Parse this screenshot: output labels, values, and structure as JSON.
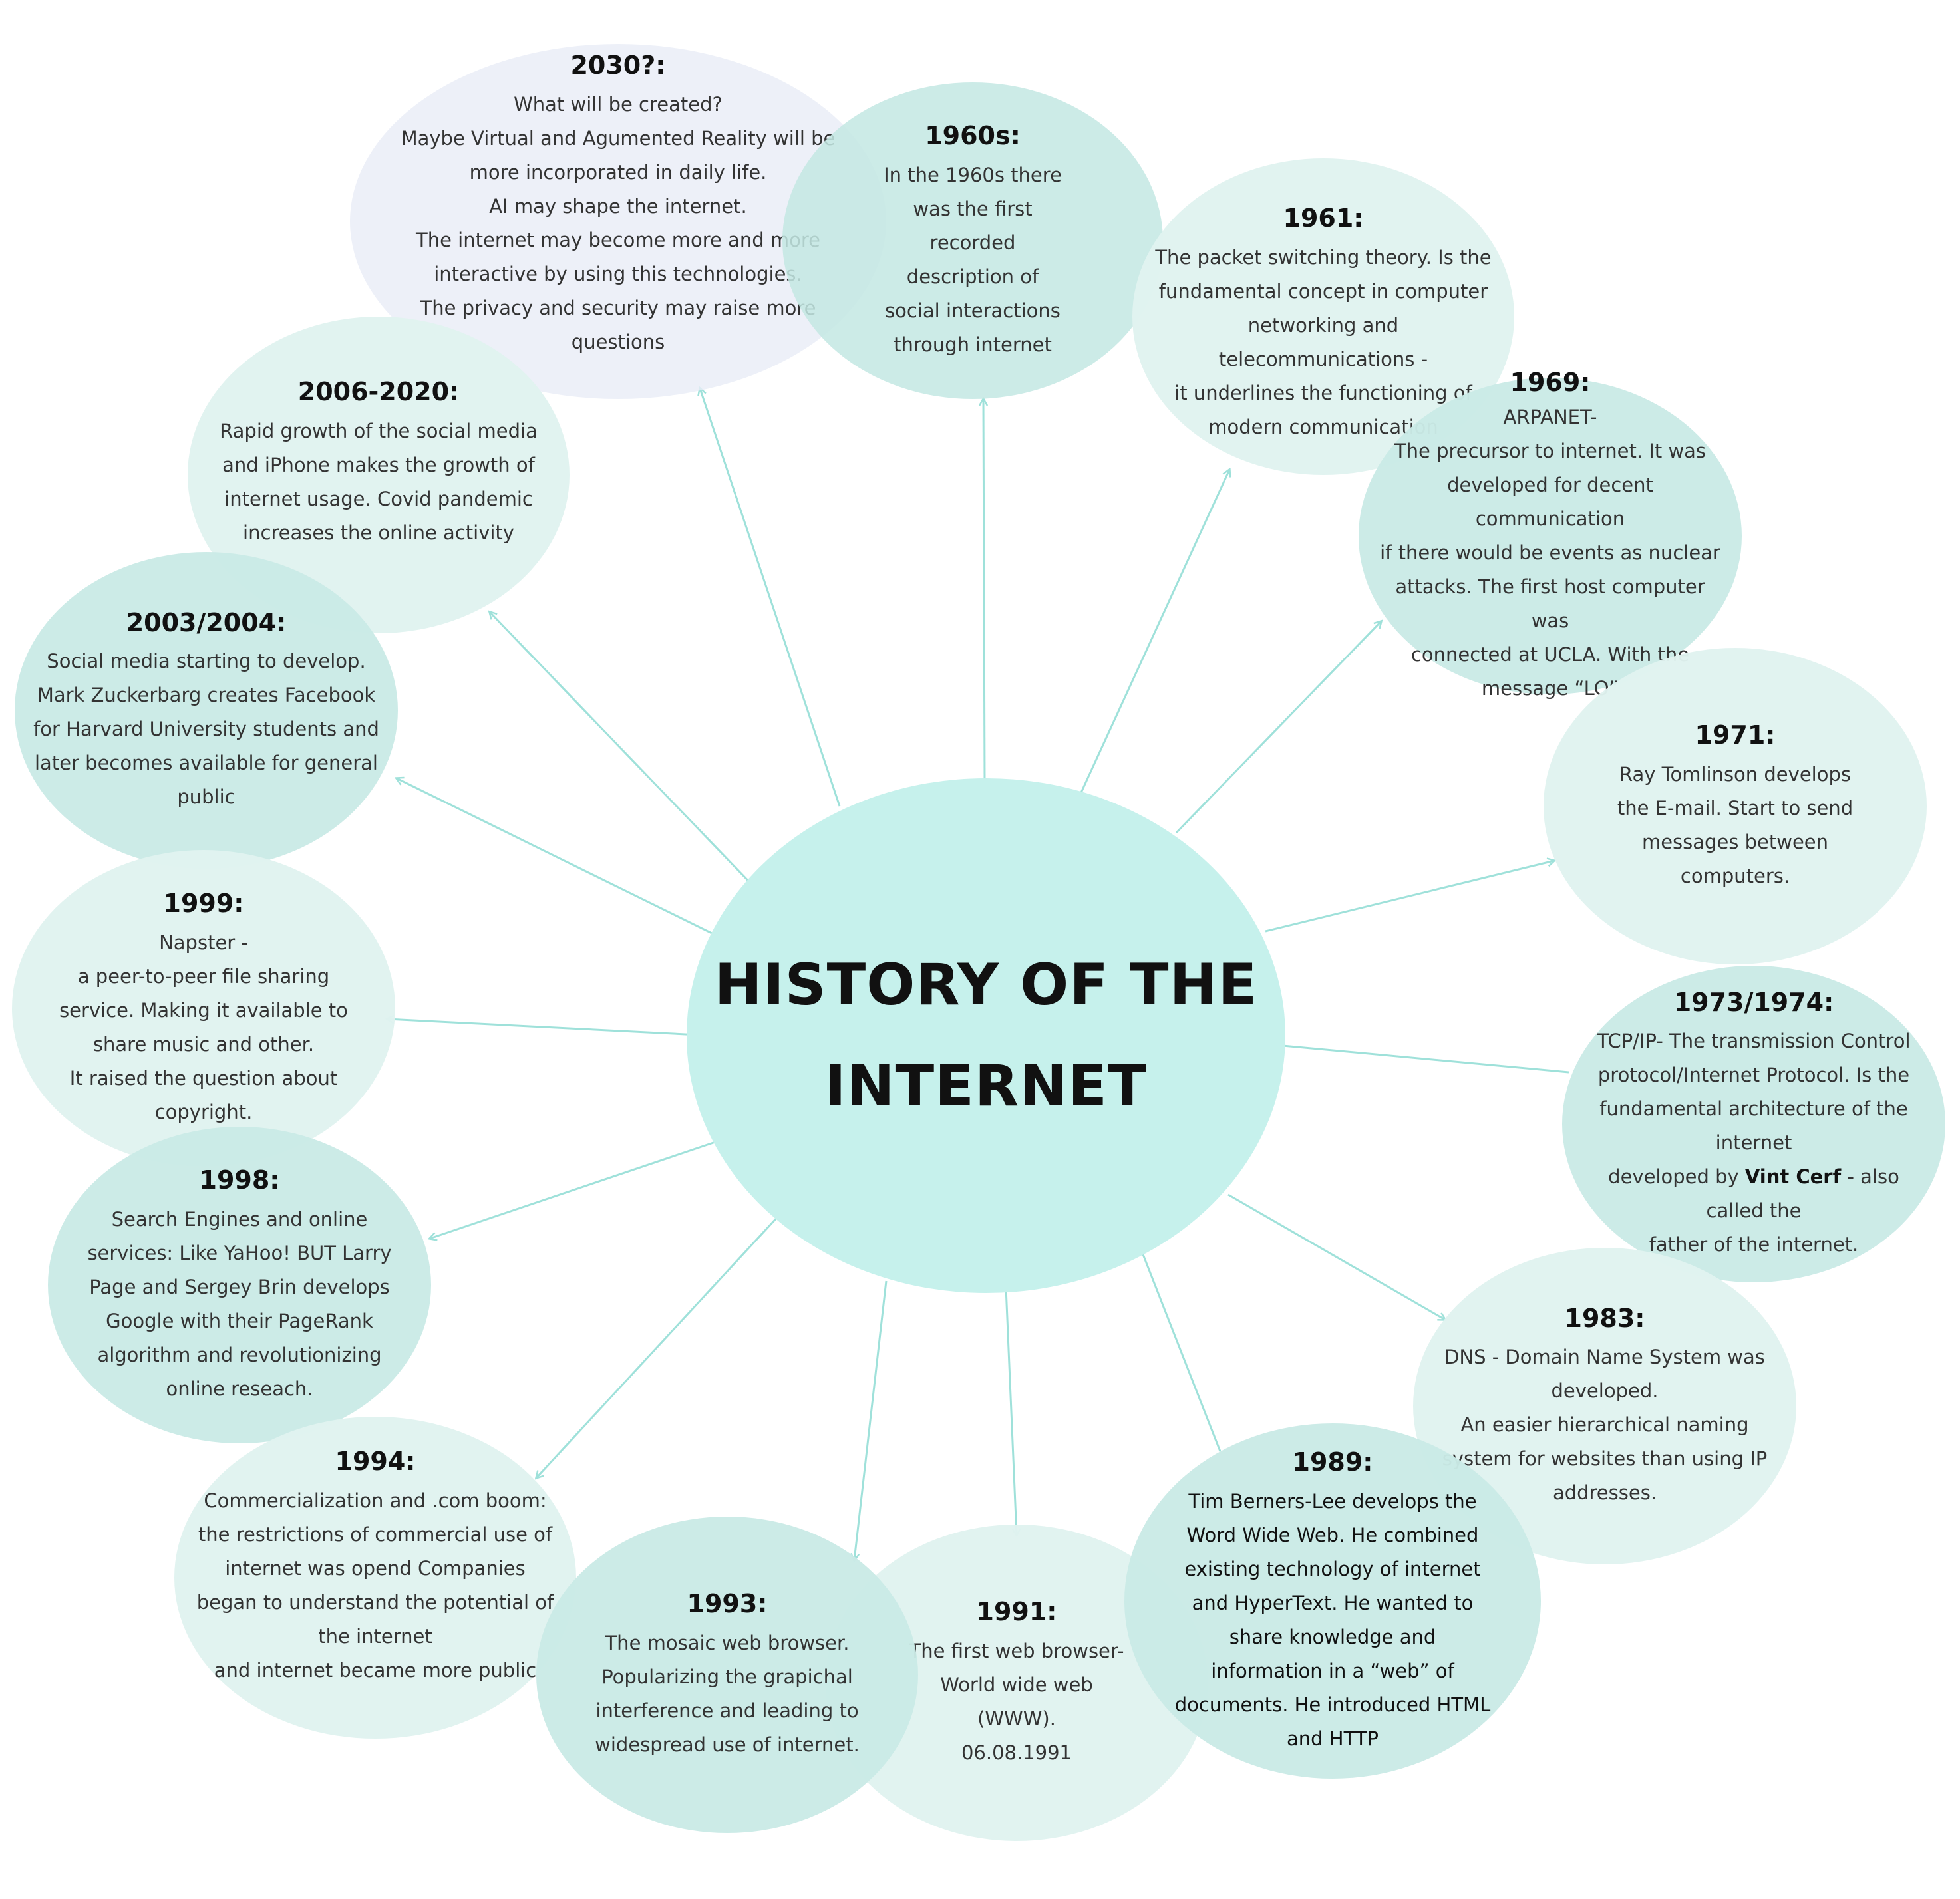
{
  "title_lines": [
    "HISTORY OF THE",
    "INTERNET"
  ],
  "colors": {
    "center": "#c6f1ec",
    "bubble_light": "#e0f3f0",
    "bubble_mid": "#caeae6",
    "bubble_lavender": "#e8ecf6",
    "arrow": "#9fe1da",
    "text": "#333333",
    "heading": "#111111"
  },
  "nodes": [
    {
      "id": "1960s",
      "year": "1960s:",
      "lines": [
        "In the 1960s there",
        "was the first",
        "recorded",
        "description of",
        "social interactions",
        "through internet"
      ]
    },
    {
      "id": "1961",
      "year": "1961:",
      "lines": [
        "The packet switching theory. Is the",
        "fundamental concept in computer",
        "networking and telecommunications -",
        "it underlines the functioning of",
        "modern communication"
      ]
    },
    {
      "id": "1969",
      "year": "1969:",
      "lines": [
        "ARPANET-",
        "The precursor to internet. It was",
        "developed for decent communication",
        "if there would be events as nuclear",
        "attacks. The first host computer was",
        "connected at UCLA. With the",
        "message “LO”"
      ]
    },
    {
      "id": "1971",
      "year": "1971:",
      "lines": [
        "Ray Tomlinson develops",
        "the E-mail. Start to send",
        "messages between",
        "computers."
      ]
    },
    {
      "id": "1973",
      "year": "1973/1974:",
      "lines": [
        "TCP/IP- The transmission Control",
        "protocol/Internet Protocol. Is the",
        "fundamental architecture of the internet"
      ],
      "bold_line": {
        "before": "developed by ",
        "bold": "Vint Cerf",
        "after": " - also called the"
      },
      "tail_lines": [
        "father of the internet."
      ]
    },
    {
      "id": "1983",
      "year": "1983:",
      "lines": [
        "DNS - Domain Name System was",
        "developed.",
        "An easier hierarchical naming",
        "system for websites than using IP",
        "addresses."
      ]
    },
    {
      "id": "1989",
      "year": "1989:",
      "lines": [
        "Tim Berners-Lee develops the",
        "Word Wide Web. He combined",
        "existing technology  of internet",
        "and HyperText. He wanted to",
        "share knowledge and",
        "information in a “web” of",
        "documents. He introduced HTML",
        "and HTTP"
      ]
    },
    {
      "id": "1991",
      "year": "1991:",
      "lines": [
        "The first web browser-",
        "World wide web",
        "(WWW).",
        "06.08.1991"
      ]
    },
    {
      "id": "1993",
      "year": "1993:",
      "lines": [
        "The mosaic web browser.",
        "Popularizing the grapichal",
        "interference and leading to",
        "widespread use of internet."
      ]
    },
    {
      "id": "1994",
      "year": "1994:",
      "lines": [
        "Commercialization and .com boom:",
        "the restrictions of commercial use of",
        "internet was opend  Companies",
        "began to understand the potential of",
        "the internet",
        "and internet became more public"
      ]
    },
    {
      "id": "1998",
      "year": "1998:",
      "lines": [
        "Search Engines and online",
        "services:  Like YaHoo! BUT Larry",
        "Page and Sergey Brin develops",
        "Google with their PageRank",
        "algorithm and revolutionizing",
        "online reseach."
      ]
    },
    {
      "id": "1999",
      "year": "1999:",
      "lines": [
        "Napster -",
        "a peer-to-peer file sharing",
        "service. Making it available to",
        "share music and other.",
        "It raised the question about",
        "copyright."
      ]
    },
    {
      "id": "2003",
      "year": "2003/2004:",
      "lines": [
        "Social media starting to develop.",
        "Mark Zuckerbarg creates Facebook",
        "for Harvard University students and",
        "later becomes available   for general",
        "public"
      ]
    },
    {
      "id": "2006",
      "year": "2006-2020:",
      "lines": [
        "Rapid growth of the social media",
        "and iPhone makes the growth of",
        "internet usage. Covid pandemic",
        "increases the online activity"
      ]
    },
    {
      "id": "2030",
      "year": "2030?:",
      "lines": [
        "What will be created?",
        "Maybe Virtual and Agumented Reality will be",
        "more incorporated in daily life.",
        "AI may shape the internet.",
        "The internet may become more and more",
        "interactive by using this technologies.",
        "The privacy and security may raise more",
        "questions"
      ]
    }
  ]
}
